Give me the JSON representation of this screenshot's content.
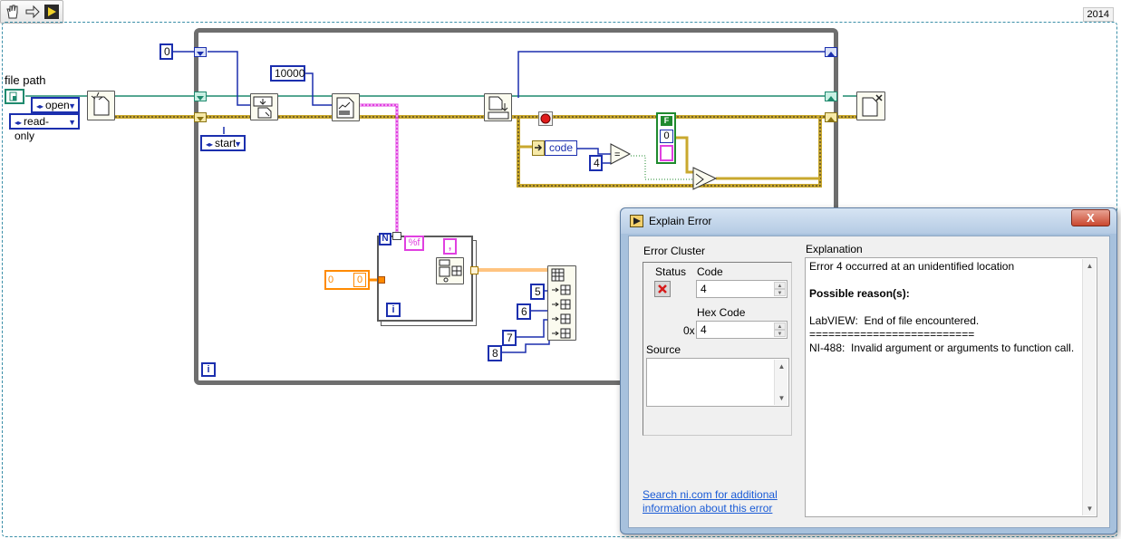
{
  "toolbar": {
    "icons": [
      "hand-tool-icon",
      "arrow-icon",
      "run-icon"
    ],
    "version": "2014"
  },
  "diagram": {
    "file_path_label": "file path",
    "constants": {
      "zero": "0",
      "timeout": "10000",
      "array_val": "0",
      "array_index": "0",
      "compare_val": "4",
      "idx5": "5",
      "idx6": "6",
      "idx7": "7",
      "idx8": "8",
      "format_string": "%f",
      "delimiter": ",",
      "bool_false": "F",
      "bool_zero": "0"
    },
    "rings": {
      "open": "open",
      "read_only": "read-only",
      "start": "start"
    },
    "unbundle": {
      "code_label": "code"
    },
    "loop_labels": {
      "for_count": "N",
      "for_index": "i",
      "while_index": "i"
    },
    "colors": {
      "wire_blue": "#1b2fae",
      "wire_teal": "#1f8a6e",
      "wire_error": "#c9a82e",
      "wire_pink": "#e040e0",
      "wire_orange": "#ff8a00",
      "loop_border": "#6e6e6e"
    }
  },
  "dialog": {
    "title": "Explain Error",
    "close_label": "X",
    "error_cluster_label": "Error Cluster",
    "status_label": "Status",
    "code_label": "Code",
    "code_value": "4",
    "hex_code_label": "Hex Code",
    "hex_prefix": "0x",
    "hex_value": "4",
    "source_label": "Source",
    "source_value": "",
    "explanation_label": "Explanation",
    "explanation_lines": [
      "Error 4 occurred at an unidentified location",
      "Possible reason(s):",
      "LabVIEW:  End of file encountered.",
      "==========================",
      "NI-488:  Invalid argument or arguments to function call."
    ],
    "help_link_line1": "Search ni.com for additional",
    "help_link_line2": "information about this error"
  }
}
